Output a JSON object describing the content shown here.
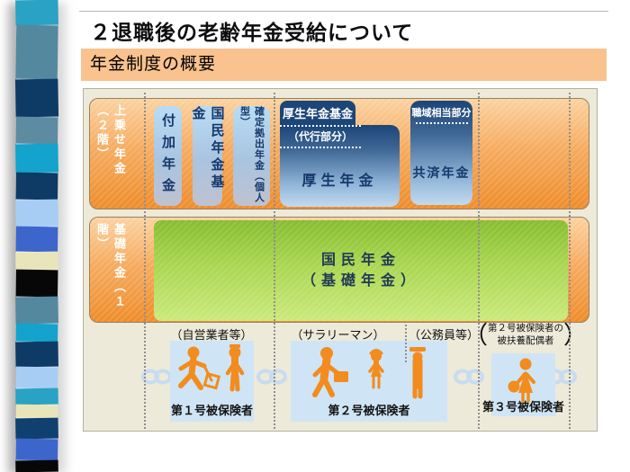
{
  "page": {
    "title": "２退職後の老齢年金受給について",
    "subtitle": "年金制度の概要"
  },
  "diagram": {
    "tier2": {
      "row_label": "上乗せ年金（２階）",
      "box_fuka": "付加年金",
      "box_kikin": "国民年金基金",
      "box_kakutei": "確定拠出年金（個人型）",
      "kosei": {
        "tab": "厚生年金基金",
        "daiko": "（代行部分）",
        "main": "厚生年金"
      },
      "kyosai": {
        "tab": "職域相当部分",
        "main": "共済年金"
      }
    },
    "tier1": {
      "row_label": "基礎年金（１階）",
      "box_line1": "国民年金",
      "box_line2": "（基礎年金）"
    },
    "insured": {
      "cat1": {
        "top_label": "（自営業者等）",
        "bottom_label": "第１号被保険者"
      },
      "cat2": {
        "top_label_left": "（サラリーマン）",
        "top_label_right": "（公務員等）",
        "bottom_label": "第２号被保険者"
      },
      "cat3": {
        "paren_open": "（",
        "top_line1": "第２号被保険者の",
        "top_line2": "被扶養配偶者",
        "paren_close": "）",
        "bottom_label": "第３号被保険者"
      }
    }
  },
  "icons": {
    "cat1": "farmer-and-worker-icon",
    "cat2": "businessman-woman-officer-icon",
    "cat3": "housewife-icon",
    "links": "chain-link-icon"
  },
  "colors": {
    "subtitle_bar": "#f9c28e",
    "panel_bg": "#edead9",
    "panel_border": "#b3b0a0",
    "orange_light": "#fbd2a0",
    "orange_deep": "#ee8c2a",
    "orange_border": "#97815f",
    "navy": "#1c4678",
    "blue_box_top": "#b9dcf5",
    "blue_box_bottom": "#bfc2cf",
    "box_text_navy": "#16386b",
    "green_top": "#86bd2f",
    "green_bottom": "#cbe97b",
    "text_dark": "#223a55",
    "people_box_bg": "#cfe5f6",
    "person_orange": "#f28c1e",
    "chain_blue": "#c6dcf0",
    "dot_gray": "#8f8f8f"
  },
  "ribbon": {
    "blocks": [
      {
        "color": "#2aa2c4",
        "h": 28
      },
      {
        "color": "#54889f",
        "h": 60
      },
      {
        "color": "#0e3a66",
        "h": 42
      },
      {
        "color": "#5d8ba1",
        "h": 30
      },
      {
        "color": "#13a3cc",
        "h": 32
      },
      {
        "color": "#0e3a66",
        "h": 30
      },
      {
        "color": "#a8cdf4",
        "h": 30
      },
      {
        "color": "#3c66cc",
        "h": 28
      },
      {
        "color": "#e9e5bb",
        "h": 20
      },
      {
        "color": "#070707",
        "h": 30
      },
      {
        "color": "#54889f",
        "h": 30
      },
      {
        "color": "#13a3cc",
        "h": 20
      },
      {
        "color": "#0e3a66",
        "h": 28
      },
      {
        "color": "#a8cdf4",
        "h": 24
      },
      {
        "color": "#2aa2c4",
        "h": 18
      },
      {
        "color": "#e9e5bb",
        "h": 15
      },
      {
        "color": "#10406f",
        "h": 23
      },
      {
        "color": "#3c66cc",
        "h": 24
      },
      {
        "color": "#070707",
        "h": 13
      }
    ]
  }
}
